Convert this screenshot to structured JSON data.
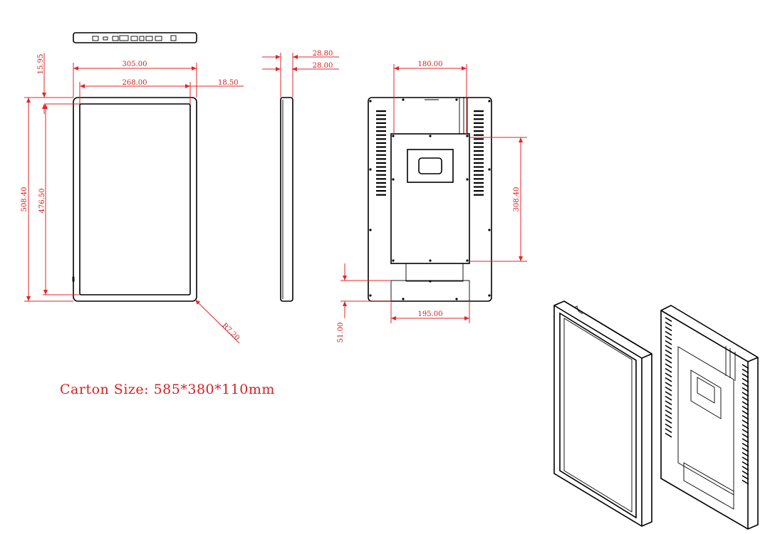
{
  "dimensions": {
    "width_305": "305.00",
    "width_268": "268.00",
    "bezel_18_50": "18.50",
    "top_15_95": "15.95",
    "height_508_40": "508.40",
    "height_476_50": "476.50",
    "radius": "R7.20",
    "depth_28_80": "28.80",
    "depth_28_00": "28.00",
    "mount_180": "180.00",
    "mount_308_40": "308.40",
    "bottom_195": "195.00",
    "bottom_51": "51.00"
  },
  "caption": {
    "label": "Carton Size:",
    "value": "585*380*110mm"
  },
  "colors": {
    "dimension": "#e0262a",
    "outline": "#000000"
  }
}
